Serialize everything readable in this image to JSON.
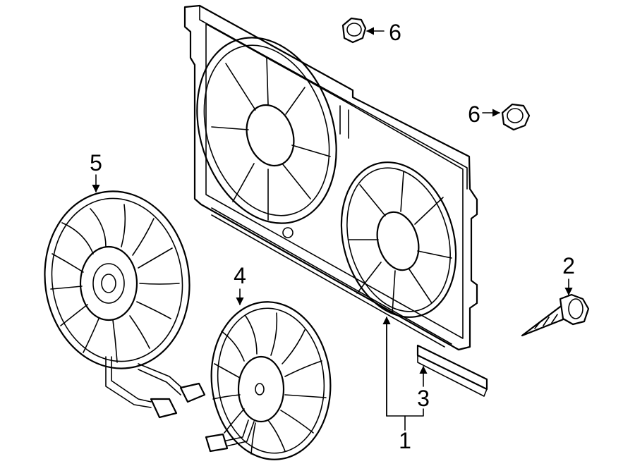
{
  "callouts": {
    "part1": "1",
    "part2": "2",
    "part3": "3",
    "part4": "4",
    "part5": "5",
    "part6_top": "6",
    "part6_mid": "6"
  },
  "colors": {
    "line": "#000000",
    "background": "#ffffff"
  }
}
